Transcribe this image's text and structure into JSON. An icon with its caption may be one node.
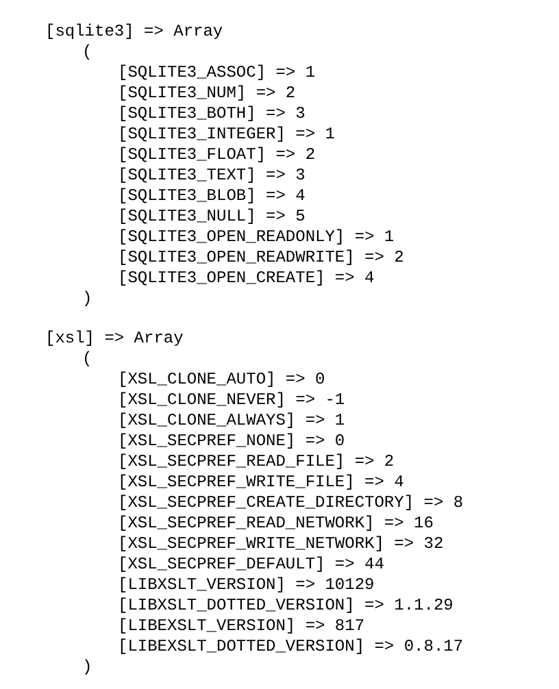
{
  "diagram": {
    "labels": [
      "[sqlite3] => Array",
      "(",
      "[SQLITE3_ASSOC] => 1",
      "[SQLITE3_NUM] => 2",
      "[SQLITE3_BOTH] => 3",
      "[SQLITE3_INTEGER] => 1",
      "[SQLITE3_FLOAT] => 2",
      "[SQLITE3_TEXT] => 3",
      "[SQLITE3_BLOB] => 4",
      "[SQLITE3_NULL] => 5",
      "[SQLITE3_OPEN_READONLY] => 1",
      "[SQLITE3_OPEN_READWRITE] => 2",
      "[SQLITE3_OPEN_CREATE] => 4",
      ")",
      "[xsl] => Array",
      "(",
      "[XSL_CLONE_AUTO] => 0",
      "[XSL_CLONE_NEVER] => -1",
      "[XSL_CLONE_ALWAYS] => 1",
      "[XSL_SECPREF_NONE] => 0",
      "[XSL_SECPREF_READ_FILE] => 2",
      "[XSL_SECPREF_WRITE_FILE] => 4",
      "[XSL_SECPREF_CREATE_DIRECTORY] => 8",
      "[XSL_SECPREF_READ_NETWORK] => 16",
      "[XSL_SECPREF_WRITE_NETWORK] => 32",
      "[XSL_SECPREF_DEFAULT] => 44",
      "[LIBXSLT_VERSION] => 10129",
      "[LIBXSLT_DOTTED_VERSION] => 1.1.29",
      "[LIBEXSLT_VERSION] => 817",
      "[LIBEXSLT_DOTTED_VERSION] => 0.8.17",
      ")"
    ]
  }
}
